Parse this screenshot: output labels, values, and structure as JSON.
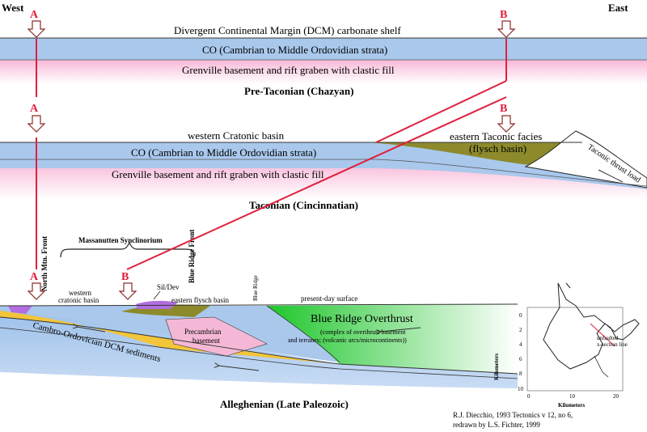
{
  "compass": {
    "west": "West",
    "east": "East"
  },
  "markers": {
    "a": "A",
    "b": "B"
  },
  "panel1": {
    "title": "Pre-Taconian (Chazyan)",
    "shelf": "Divergent Continental Margin (DCM) carbonate shelf",
    "co": "CO (Cambrian to Middle Ordovidian strata)",
    "grenville": "Grenville basement and rift graben with clastic fill"
  },
  "panel2": {
    "title": "Taconian (Cincinnatian)",
    "basin": "western Cratonic basin",
    "co": "CO (Cambrian to Middle Ordovidian strata)",
    "grenville": "Grenville basement and rift graben with clastic fill",
    "facies_line1": "eastern Taconic facies",
    "facies_line2": "(flysch basin)",
    "thrust": "Taconic thrust load"
  },
  "panel3": {
    "title": "Alleghenian (Late Paleozoic)",
    "massanutten": "Massanutten Synclinorium",
    "north_mtn": "North Mtn. Front",
    "blue_ridge_front": "Blue Ridge Front",
    "blue_ridge": "Blue Ridge",
    "western_basin_1": "western",
    "western_basin_2": "cratonic basin",
    "sil_dev": "Sil/Dev",
    "eastern_flysch": "eastern flysch basin",
    "present_surface": "present-day surface",
    "overthrust": "Blue Ridge Overthrust",
    "overthrust_desc1": "(complex of overthrust basement",
    "overthrust_desc2": "and terranes; (volcanic arcs/microcontinents))",
    "precambrian_1": "Precambrian",
    "precambrian_2": "basement",
    "dcm": "Cambro-Ordovician DCM sediments"
  },
  "map": {
    "y_label": "Kilometers",
    "x_label": "Kilometers",
    "y_ticks": [
      "0",
      "2",
      "4",
      "6",
      "8",
      "10"
    ],
    "x_ticks": [
      "0",
      "10",
      "20"
    ],
    "section_label_1": "unfaulted",
    "section_label_2": "x-section line"
  },
  "credit": {
    "line1": "R.J. Diecchio, 1993 Tectonics v 12, no 6,",
    "line2": "redrawn by L.S. Fichter, 1999"
  },
  "colors": {
    "blue": "#a9c8ec",
    "pink": "#f4b8d6",
    "olive": "#8d8a2c",
    "green": "#2fc93a",
    "yellow": "#f2c53a",
    "purple": "#b06ee0",
    "red": "#e0203a"
  }
}
